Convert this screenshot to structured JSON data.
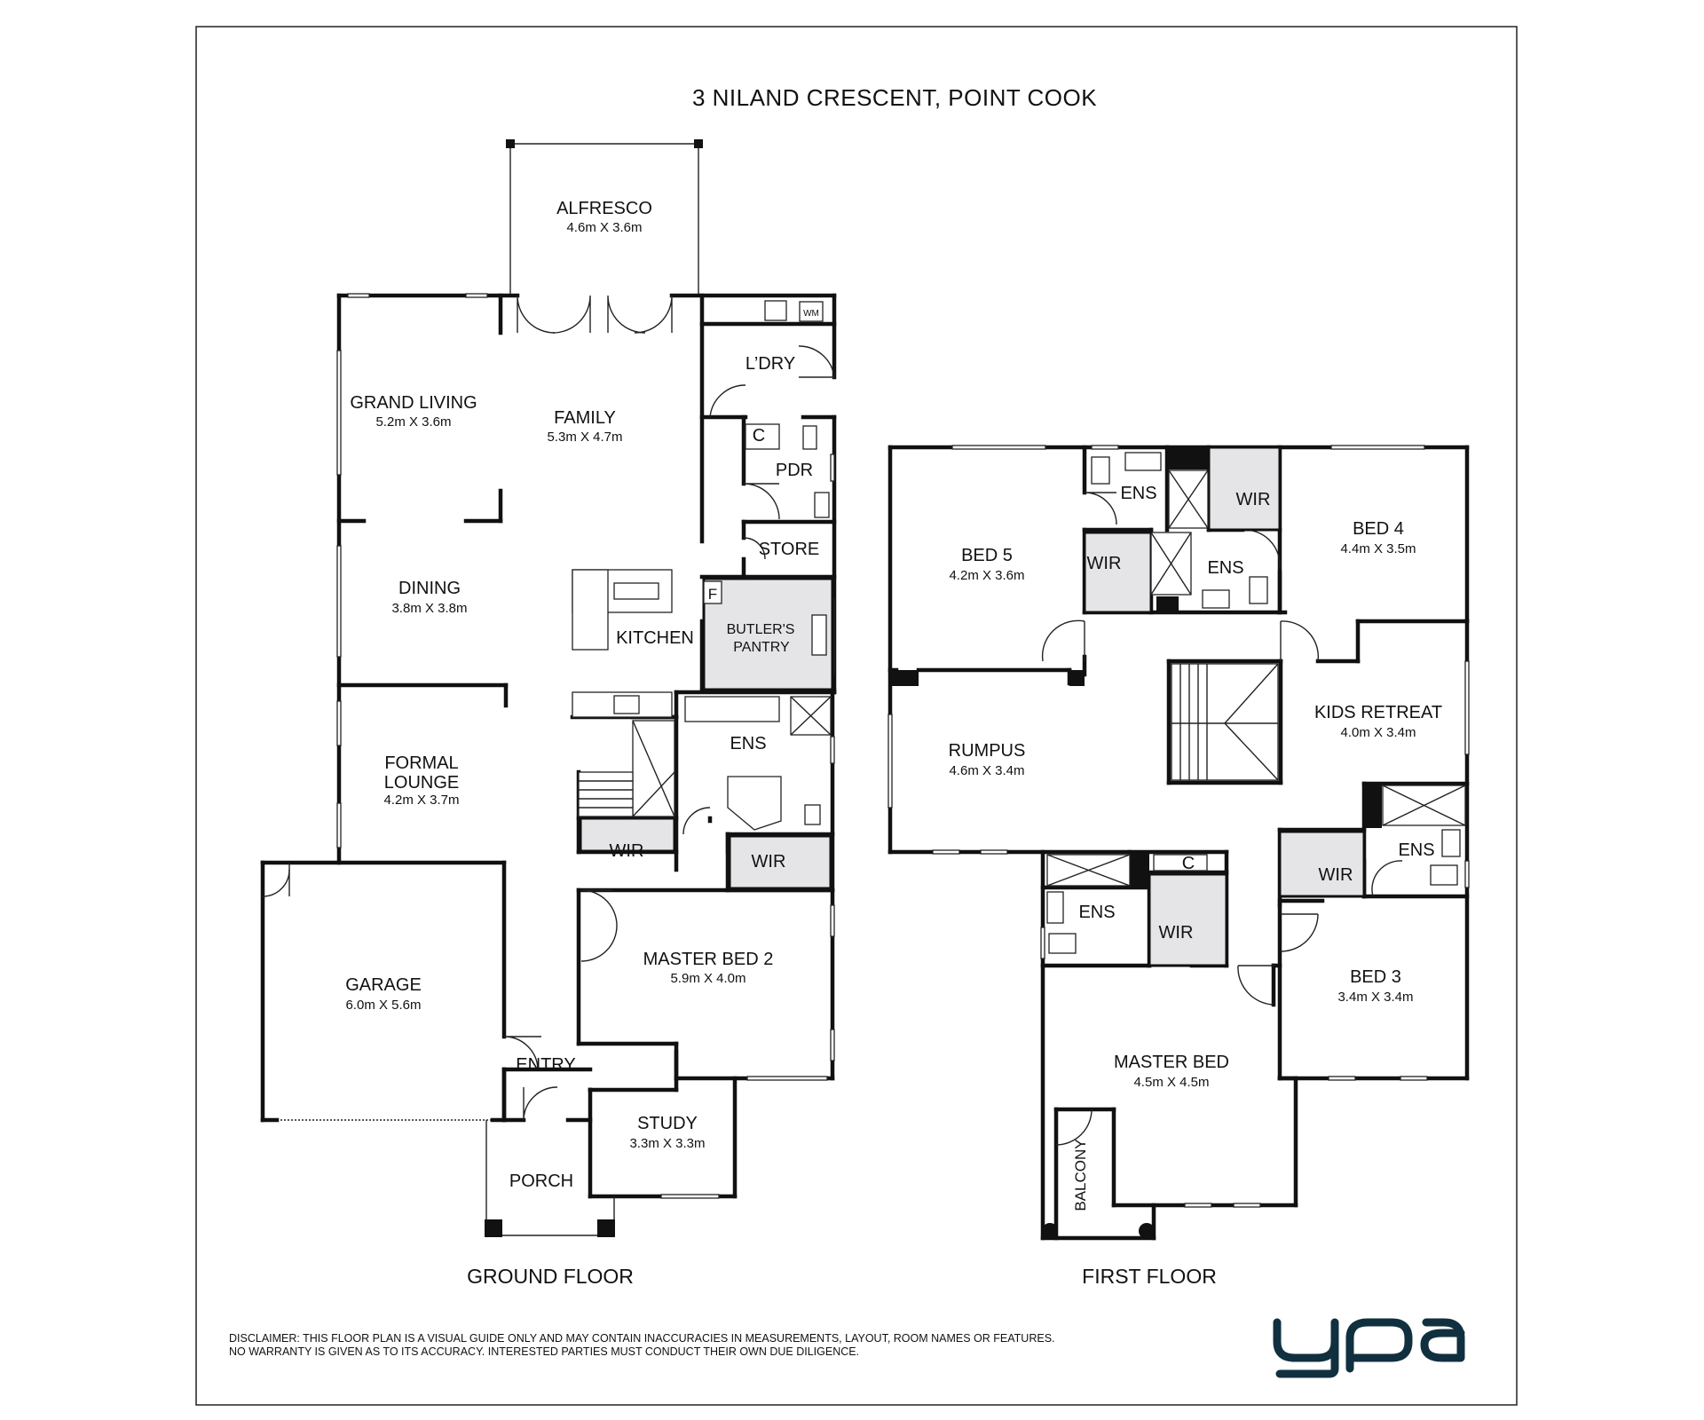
{
  "title": "3 NILAND CRESCENT, POINT COOK",
  "floors": {
    "ground": "GROUND FLOOR",
    "first": "FIRST FLOOR"
  },
  "ground_rooms": {
    "alfresco": {
      "name": "ALFRESCO",
      "dims": "4.6m X 3.6m"
    },
    "grand_living": {
      "name": "GRAND LIVING",
      "dims": "5.2m X 3.6m"
    },
    "family": {
      "name": "FAMILY",
      "dims": "5.3m X 4.7m"
    },
    "laundry": {
      "name": "L’DRY"
    },
    "washing_machine": "WM",
    "cupboard": "C",
    "pdr": {
      "name": "PDR"
    },
    "store": {
      "name": "STORE"
    },
    "fridge": "F",
    "dining": {
      "name": "DINING",
      "dims": "3.8m X 3.8m"
    },
    "kitchen": {
      "name": "KITCHEN"
    },
    "butlers_pantry": {
      "line1": "BUTLER'S",
      "line2": "PANTRY"
    },
    "ens": {
      "name": "ENS"
    },
    "formal_lounge": {
      "line1": "FORMAL",
      "line2": "LOUNGE",
      "dims": "4.2m X 3.7m"
    },
    "wir_left": {
      "name": "WIR"
    },
    "wir_right": {
      "name": "WIR"
    },
    "garage": {
      "name": "GARAGE",
      "dims": "6.0m X 5.6m"
    },
    "master_bed_2": {
      "name": "MASTER BED 2",
      "dims": "5.9m X 4.0m"
    },
    "entry": {
      "name": "ENTRY"
    },
    "study": {
      "name": "STUDY",
      "dims": "3.3m X 3.3m"
    },
    "porch": {
      "name": "PORCH"
    }
  },
  "first_rooms": {
    "bed5": {
      "name": "BED 5",
      "dims": "4.2m X 3.6m"
    },
    "ens_top": {
      "name": "ENS"
    },
    "wir_top": {
      "name": "WIR"
    },
    "bed4": {
      "name": "BED 4",
      "dims": "4.4m X 3.5m"
    },
    "wir_mid": {
      "name": "WIR"
    },
    "ens_mid": {
      "name": "ENS"
    },
    "rumpus": {
      "name": "RUMPUS",
      "dims": "4.6m X 3.4m"
    },
    "kids_retreat": {
      "name": "KIDS RETREAT",
      "dims": "4.0m X 3.4m"
    },
    "ens_bed3": {
      "name": "ENS"
    },
    "wir_bed3": {
      "name": "WIR"
    },
    "cupboard": "C",
    "ens_master": {
      "name": "ENS"
    },
    "wir_master": {
      "name": "WIR"
    },
    "bed3": {
      "name": "BED 3",
      "dims": "3.4m X 3.4m"
    },
    "master_bed": {
      "name": "MASTER BED",
      "dims": "4.5m X 4.5m"
    },
    "balcony": {
      "name": "BALCONY"
    }
  },
  "disclaimer": {
    "line1": "DISCLAIMER: THIS FLOOR PLAN IS A VISUAL GUIDE ONLY AND MAY CONTAIN INACCURACIES IN MEASUREMENTS, LAYOUT, ROOM NAMES OR FEATURES.",
    "line2": "NO WARRANTY IS GIVEN AS TO ITS ACCURACY. INTERESTED PARTIES MUST CONDUCT THEIR OWN DUE DILIGENCE."
  },
  "logo": {
    "text": "ypa",
    "color": "#11303f"
  }
}
